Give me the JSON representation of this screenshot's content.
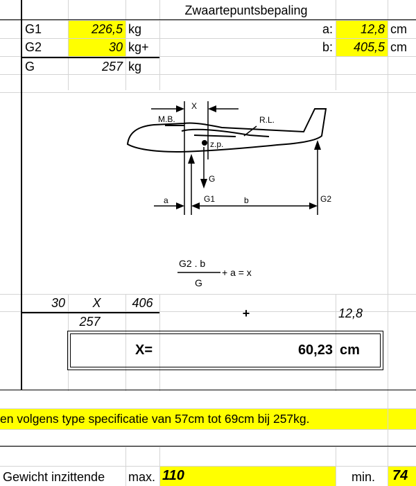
{
  "title": "Zwaartepuntsbepaling",
  "weights": [
    {
      "label": "G1",
      "value": "226,5",
      "unit": "kg"
    },
    {
      "label": "G2",
      "value": "30",
      "unit": "kg+"
    },
    {
      "label": "G",
      "value": "257",
      "unit": "kg"
    }
  ],
  "distances": [
    {
      "label": "a:",
      "value": "12,8",
      "unit": "cm"
    },
    {
      "label": "b:",
      "value": "405,5",
      "unit": "cm"
    }
  ],
  "diagram": {
    "mb": "M.B.",
    "rl": "R.L.",
    "x": "X",
    "zp": "z.p.",
    "g": "G",
    "a": "a",
    "g1": "G1",
    "b": "b",
    "g2": "G2",
    "formula_num": "G2 . b",
    "formula_den": "G",
    "formula_rest": "+ a = x"
  },
  "calc": {
    "g2": "30",
    "times": "X",
    "b": "406",
    "g": "257",
    "plus": "+",
    "a": "12,8",
    "result_label": "X=",
    "result_value": "60,23",
    "result_unit": "cm"
  },
  "spec_text": "en volgens type specificatie van 57cm tot 69cm bij 257kg.",
  "occupant": {
    "label": "Gewicht inzittende",
    "max_label": "max.",
    "max_value": "110",
    "min_label": "min.",
    "min_value": "74"
  },
  "colors": {
    "highlight": "#ffff00",
    "grid": "#d4d4d4"
  }
}
